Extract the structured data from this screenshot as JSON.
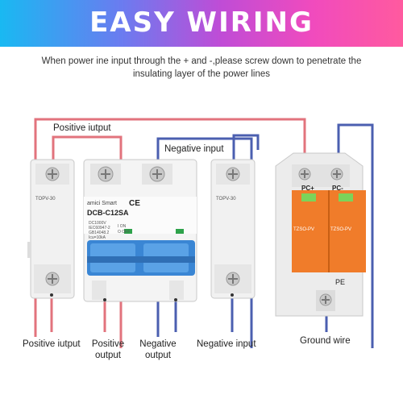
{
  "banner": {
    "title": "EASY WIRING"
  },
  "subtitle": "When power ine input through the + and -,please screw down to penetrate the insulating layer of the power lines",
  "labels": {
    "positive_top": "Positive iutput",
    "negative_top": "Negative input",
    "bottom_positive_iutput": "Positive iutput",
    "bottom_positive_output_1": "Positive",
    "bottom_positive_output_2": "output",
    "bottom_negative_output_1": "Negative",
    "bottom_negative_output_2": "output",
    "bottom_negative_input": "Negative input",
    "ground_wire": "Ground wire"
  },
  "devices": {
    "fuse_left_label": "TOPV-30",
    "fuse_right_label": "TOPV-30",
    "breaker_brand": "amici Smart",
    "breaker_model": "DCB-C12SA",
    "breaker_ce": "CE",
    "breaker_spec_1": "DC1000V",
    "breaker_spec_2": "IEC60947-2",
    "breaker_spec_3": "GB14048.2",
    "breaker_spec_4": "Icu=10kA",
    "breaker_on": "I ON",
    "breaker_off": "O OFF",
    "spd_top_left": "PC+",
    "spd_top_right": "PC-",
    "spd_model": "TZSO-PV",
    "spd_pe": "PE"
  },
  "colors": {
    "positive_wire": "#e2737d",
    "negative_wire": "#4b5fb0",
    "breaker_handle": "#3a86d4",
    "spd_body": "#f07c2a"
  }
}
